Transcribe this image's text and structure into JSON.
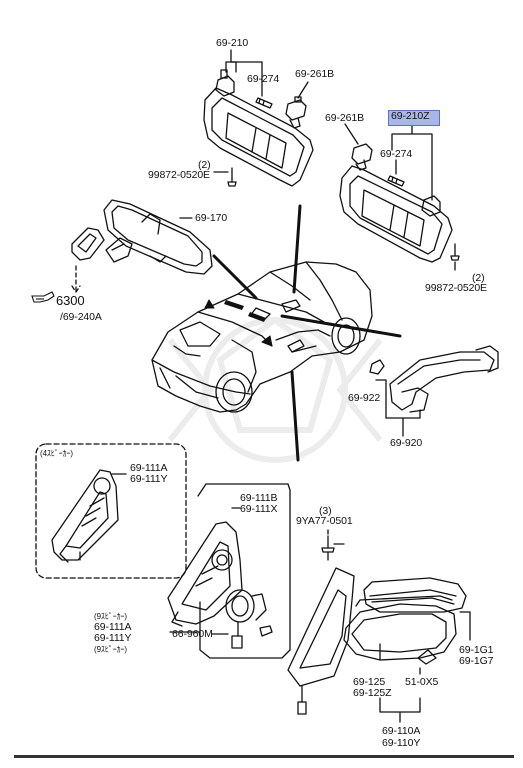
{
  "labels": {
    "p69_210": "69-210",
    "p69_274_left": "69-274",
    "p69_261b_left": "69-261B",
    "p99872_left_qty": "(2)",
    "p99872_left": "99872-0520E",
    "p69_170": "69-170",
    "ref_6300": "6300",
    "ref_69_240a": "/69-240A",
    "p69_210z": "69-210Z",
    "p69_261b_right": "69-261B",
    "p69_274_right": "69-274",
    "p99872_right_qty": "(2)",
    "p99872_right": "99872-0520E",
    "p69_922": "69-922",
    "p69_920": "69-920",
    "four_speaker": "(4ｽﾋﾟｰｶｰ)",
    "p69_111a_top": "69-111A",
    "p69_111y_top": "69-111Y",
    "p69_111b": "69-111B",
    "p69_111x": "69-111X",
    "qty3": "(3)",
    "p9ya77": "9YA77-0501",
    "nine_speaker_top": "(9ｽﾋﾟｰｶｰ)",
    "p69_111a_bottom": "69-111A",
    "p69_111y_bottom": "69-111Y",
    "nine_speaker_bottom": "(9ｽﾋﾟｰｶｰ)",
    "p66_960m": "66-960M",
    "p69_1g1": "69-1G1",
    "p69_1g7": "69-1G7",
    "p69_125": "69-125",
    "p69_125z": "69-125Z",
    "p51_0x5": "51-0X5",
    "p69_110a": "69-110A",
    "p69_110y": "69-110Y"
  },
  "icons": {
    "reference_hand": "pointing-hand-icon"
  },
  "colors": {
    "highlight": "#a9b7e8",
    "ink": "#111111"
  }
}
